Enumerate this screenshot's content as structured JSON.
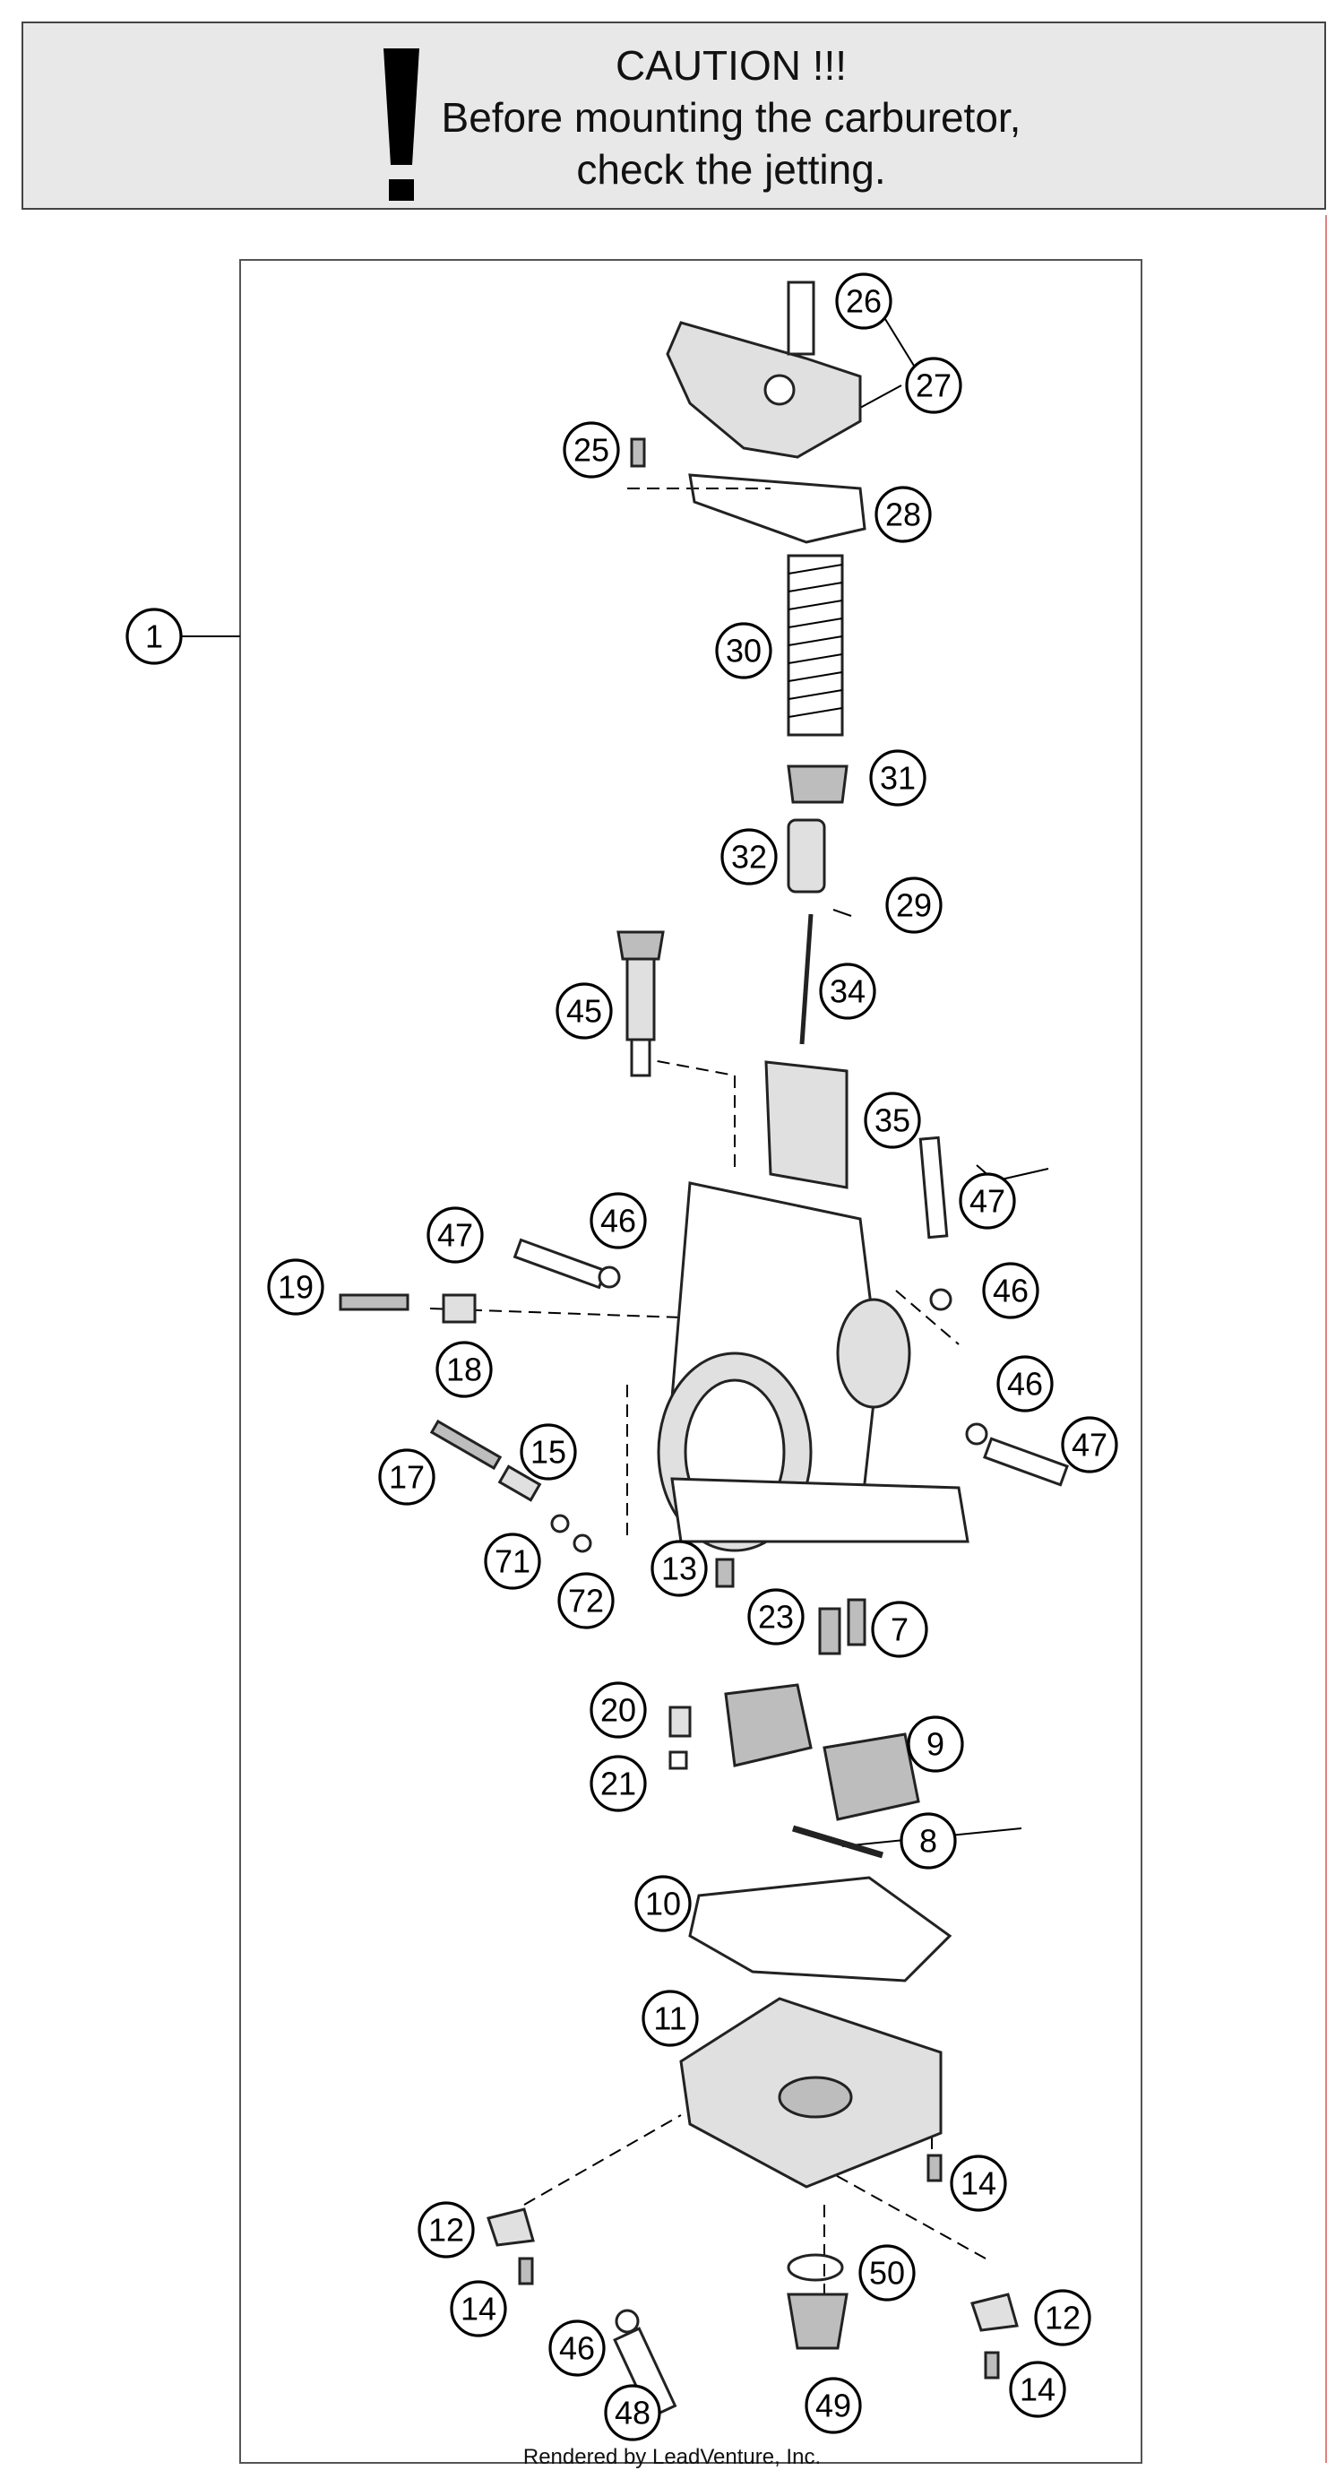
{
  "caution": {
    "title": "CAUTION !!!",
    "line1": "Before mounting the carburetor,",
    "line2": "check the jetting."
  },
  "footer": {
    "text": "Rendered by LeadVenture, Inc."
  },
  "callouts": [
    {
      "id": "c1",
      "label": "1"
    },
    {
      "id": "c26",
      "label": "26"
    },
    {
      "id": "c27",
      "label": "27"
    },
    {
      "id": "c25",
      "label": "25"
    },
    {
      "id": "c28",
      "label": "28"
    },
    {
      "id": "c30",
      "label": "30"
    },
    {
      "id": "c31",
      "label": "31"
    },
    {
      "id": "c32",
      "label": "32"
    },
    {
      "id": "c29",
      "label": "29"
    },
    {
      "id": "c34",
      "label": "34"
    },
    {
      "id": "c45",
      "label": "45"
    },
    {
      "id": "c35",
      "label": "35"
    },
    {
      "id": "c47a",
      "label": "47"
    },
    {
      "id": "c46a",
      "label": "46"
    },
    {
      "id": "c47b",
      "label": "47"
    },
    {
      "id": "c19",
      "label": "19"
    },
    {
      "id": "c46b",
      "label": "46"
    },
    {
      "id": "c18",
      "label": "18"
    },
    {
      "id": "c46c",
      "label": "46"
    },
    {
      "id": "c47c",
      "label": "47"
    },
    {
      "id": "c15",
      "label": "15"
    },
    {
      "id": "c17",
      "label": "17"
    },
    {
      "id": "c71",
      "label": "71"
    },
    {
      "id": "c72",
      "label": "72"
    },
    {
      "id": "c13",
      "label": "13"
    },
    {
      "id": "c23",
      "label": "23"
    },
    {
      "id": "c7",
      "label": "7"
    },
    {
      "id": "c20",
      "label": "20"
    },
    {
      "id": "c9",
      "label": "9"
    },
    {
      "id": "c21",
      "label": "21"
    },
    {
      "id": "c8",
      "label": "8"
    },
    {
      "id": "c10",
      "label": "10"
    },
    {
      "id": "c11",
      "label": "11"
    },
    {
      "id": "c14a",
      "label": "14"
    },
    {
      "id": "c12a",
      "label": "12"
    },
    {
      "id": "c50",
      "label": "50"
    },
    {
      "id": "c14b",
      "label": "14"
    },
    {
      "id": "c46d",
      "label": "46"
    },
    {
      "id": "c12b",
      "label": "12"
    },
    {
      "id": "c14c",
      "label": "14"
    },
    {
      "id": "c48",
      "label": "48"
    },
    {
      "id": "c49",
      "label": "49"
    }
  ]
}
